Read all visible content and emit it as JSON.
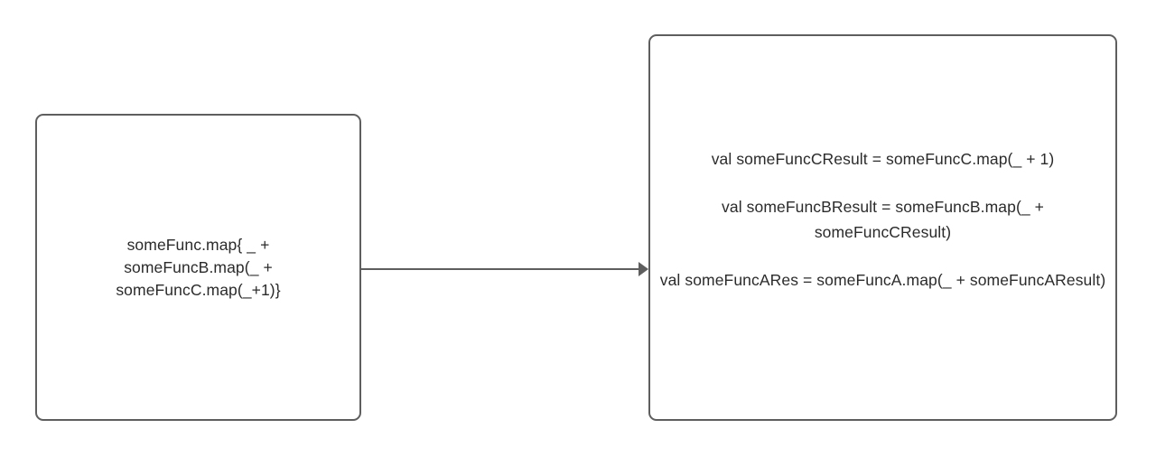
{
  "diagram": {
    "background_color": "#ffffff",
    "stroke_color": "#5e5e5e",
    "text_color": "#2b2b2b",
    "nodes": {
      "source": {
        "label": "someFunc.map{ _ +\nsomeFuncB.map(_ +\nsomeFuncC.map(_+1)}"
      },
      "target": {
        "statements": [
          "val someFuncCResult = someFuncC.map(_ + 1)",
          "val someFuncBResult = someFuncB.map(_ + someFuncCResult)",
          "val someFuncARes = someFuncA.map(_ + someFuncAResult)"
        ]
      }
    },
    "edges": [
      {
        "name": "source-to-target",
        "label": "",
        "arrowhead": "solid-triangle",
        "direction": "right"
      }
    ]
  }
}
